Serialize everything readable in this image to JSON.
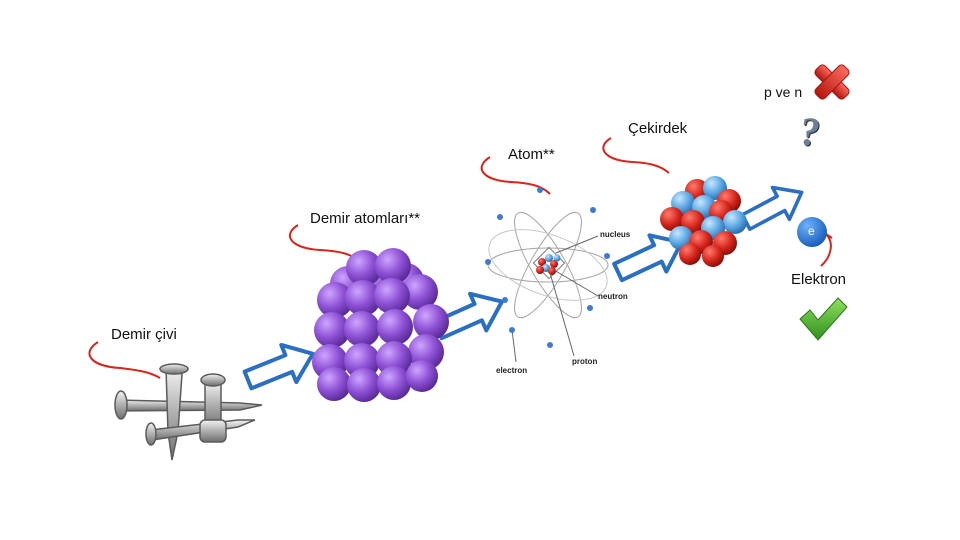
{
  "labels": {
    "demir_civi": "Demir çivi",
    "demir_atomlari": "Demir atomları**",
    "atom": "Atom**",
    "cekirdek": "Çekirdek",
    "p_ve_n": "p ve n",
    "question": "?",
    "elektron": "Elektron",
    "electron_symbol": "e"
  },
  "atom_diagram": {
    "nucleus": "nucleus",
    "neutron": "neutron",
    "proton": "proton",
    "electron": "electron"
  },
  "colors": {
    "arrow_blue": "#2a6fc4",
    "swoosh_red": "#d7261c",
    "iron_purple": "#8f52d6",
    "proton_red": "#d7261c",
    "neutron_blue": "#5aa7e3",
    "electron_blue": "#1e6fd0",
    "cross_red": "#d32f2f",
    "check_green": "#3fae2a"
  },
  "icons": [
    "cross-icon",
    "question-icon",
    "check-icon",
    "electron-icon",
    "arrow-icon",
    "nail-icon"
  ]
}
